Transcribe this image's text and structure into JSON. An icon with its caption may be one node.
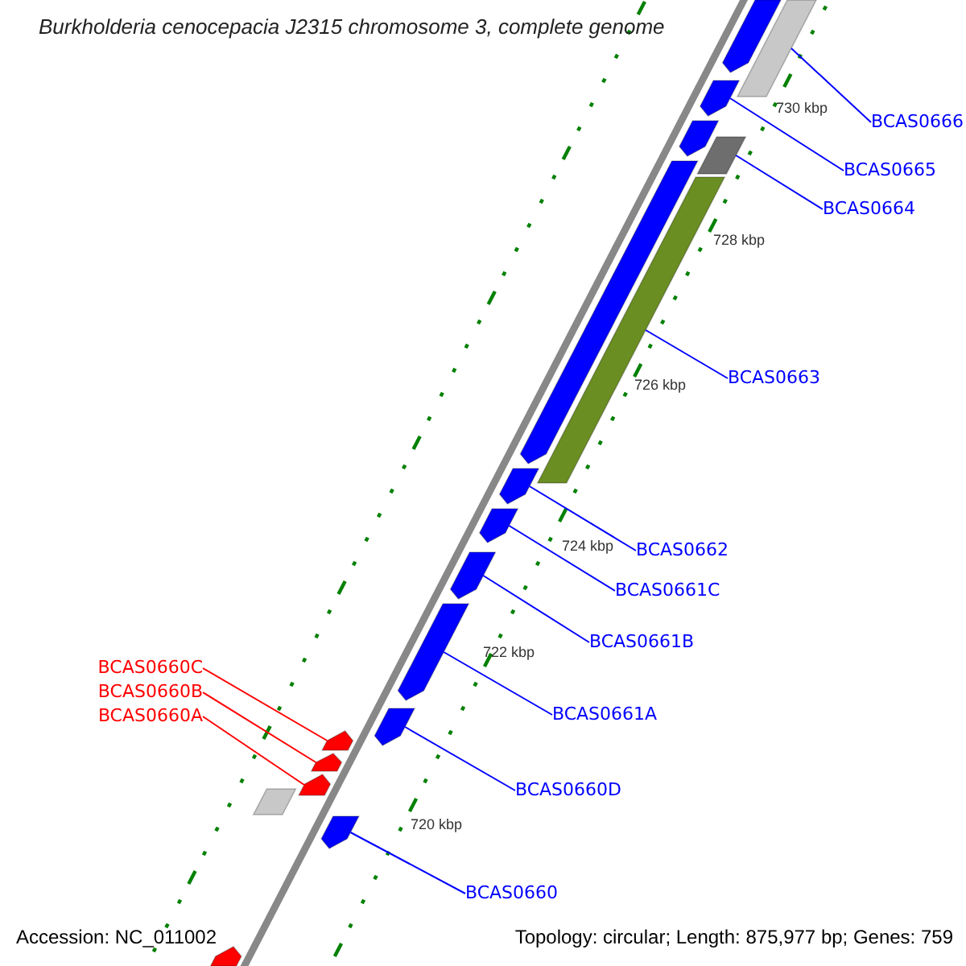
{
  "diagram": {
    "title": "Burkholderia cenocepacia J2315 chromosome 3, complete genome",
    "nodes": [
      {
        "text": [
          "BCAS0666"
        ]
      },
      {
        "text": [
          "BCAS0665"
        ]
      },
      {
        "text": [
          "BCAS0664"
        ]
      },
      {
        "text": [
          "BCAS0663"
        ]
      },
      {
        "text": [
          "BCAS0662"
        ]
      },
      {
        "text": [
          "BCAS0661C"
        ]
      },
      {
        "text": [
          "BCAS0661B"
        ]
      },
      {
        "text": [
          "BCAS0660C"
        ]
      },
      {
        "text": [
          "BCAS0660B"
        ]
      },
      {
        "text": [
          "BCAS0660A"
        ]
      },
      {
        "text": [
          "BCAS0661A"
        ]
      },
      {
        "text": [
          "BCAS0660D"
        ]
      },
      {
        "text": [
          "BCAS0660"
        ]
      },
      {
        "text": [],
        "shape": "arrow"
      },
      {
        "text": [],
        "shape": "box"
      },
      {
        "text": [],
        "shape": "arrow"
      },
      {
        "text": [],
        "shape": "arrow"
      },
      {
        "text": [],
        "shape": "box"
      },
      {
        "text": [],
        "shape": "arrow"
      },
      {
        "text": [],
        "shape": "box"
      },
      {
        "text": [],
        "shape": "arrow"
      },
      {
        "text": [],
        "shape": "arrow"
      },
      {
        "text": [],
        "shape": "arrow"
      },
      {
        "text": [],
        "shape": "arrow"
      },
      {
        "text": [],
        "shape": "arrow"
      },
      {
        "text": [],
        "shape": "arrow"
      },
      {
        "text": [],
        "shape": "arrow"
      },
      {
        "text": [],
        "shape": "arrow"
      },
      {
        "text": [],
        "shape": "box"
      },
      {
        "text": [],
        "shape": "arrow"
      },
      {
        "text": [],
        "shape": "arrow"
      }
    ],
    "edges": [
      {
        "from": 0,
        "to": 14,
        "arrow": "none"
      },
      {
        "from": 1,
        "to": 15,
        "arrow": "none"
      },
      {
        "from": 2,
        "to": 17,
        "arrow": "none"
      },
      {
        "from": 3,
        "to": 19,
        "arrow": "none"
      },
      {
        "from": 4,
        "to": 20,
        "arrow": "none"
      },
      {
        "from": 5,
        "to": 21,
        "arrow": "none"
      },
      {
        "from": 6,
        "to": 22,
        "arrow": "none"
      },
      {
        "from": 7,
        "to": 25,
        "arrow": "none",
        "color": "#ff0000"
      },
      {
        "from": 8,
        "to": 26,
        "arrow": "none",
        "color": "#ff0000"
      },
      {
        "from": 9,
        "to": 27,
        "arrow": "none",
        "color": "#ff0000"
      },
      {
        "from": 10,
        "to": 23,
        "arrow": "none"
      },
      {
        "from": 11,
        "to": 24,
        "arrow": "none"
      },
      {
        "from": 12,
        "to": 29,
        "arrow": "none"
      }
    ],
    "labels": [
      "730 kbp",
      "728 kbp",
      "726 kbp",
      "724 kbp",
      "722 kbp",
      "720 kbp",
      "Accession: NC_011002",
      "Topology: circular; Length: 875,977 bp; Genes: 759"
    ]
  }
}
